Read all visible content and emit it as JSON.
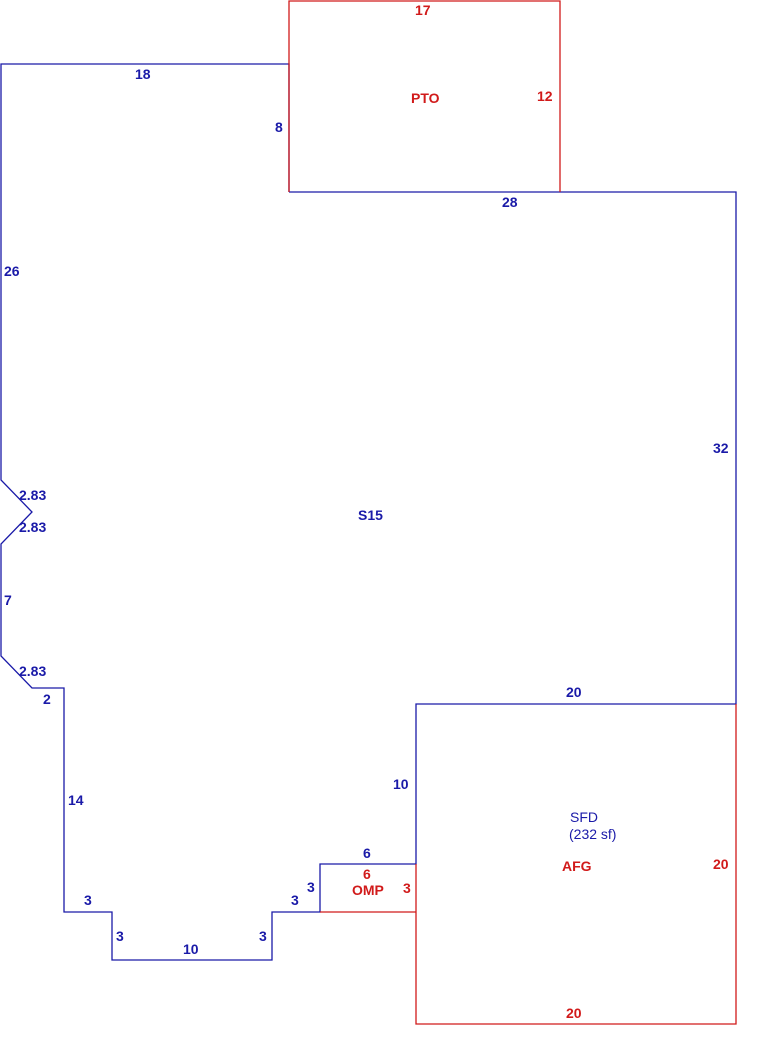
{
  "colors": {
    "blue": "#1a1aa8",
    "red": "#d11a1a",
    "background": "#ffffff"
  },
  "areas": {
    "main": "S15",
    "patio": "PTO",
    "garage": "AFG",
    "porch": "OMP",
    "sfd_name": "SFD",
    "sfd_area": "(232 sf)"
  },
  "dims": {
    "pto_top": "17",
    "pto_right": "12",
    "main_top": "18",
    "main_notch_left": "8",
    "main_notch_bottom": "28",
    "main_left": "26",
    "main_right": "32",
    "bay_upper_1": "2.83",
    "bay_upper_2": "2.83",
    "bay_left": "7",
    "bay_lower": "2.83",
    "step_2": "2",
    "left_lower": "14",
    "step_left_3a": "3",
    "step_left_3b": "3",
    "bottom_10": "10",
    "step_right_3a": "3",
    "step_right_3b": "3",
    "porch_left_3": "3",
    "porch_top_6": "6",
    "porch_bottom_6": "6",
    "porch_right_3": "3",
    "garage_top": "20",
    "garage_left": "10",
    "garage_right": "20",
    "garage_bottom": "20"
  }
}
